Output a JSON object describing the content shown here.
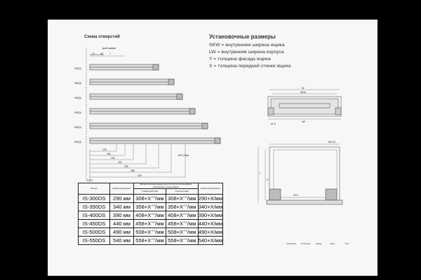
{
  "doc": {
    "drill_title": "Схема отверстий",
    "cabinet_edge": "край шкафа",
    "setup_title": "Установочные размеры",
    "legend": [
      "SKW = внутренняя ширина ящика",
      "LW = внутренняя ширина корпуса",
      "Y = толщина фасада ящика",
      "X = толщина передней стенки ящика"
    ],
    "rail_labels": [
      "300(3)",
      "350(3)",
      "400(3)",
      "450(3)",
      "500(3)",
      "550(3)"
    ],
    "bottom_dims": [
      "128",
      "160",
      "192",
      "224",
      "256",
      "288",
      "325",
      "D=37"
    ],
    "top_dims": [
      "13",
      "28",
      "7"
    ],
    "hole_note": "Ø4 5,4мм",
    "side_dims": [
      "W",
      "SKW",
      "LW",
      "a1.5"
    ],
    "side_dims2": [
      "Ø4+14",
      "34.5",
      "L",
      "H"
    ],
    "table": {
      "group_header": "Вспомогательные размеры для систем без использования оригинальных стенок ящиков",
      "subgroup_header": "Внутренняя глубина корпуса L",
      "headers": {
        "article": "артикул",
        "length": "номинальная длина L",
        "standard": "стандартный ящик",
        "custom": "открытый ящик",
        "depth": "общая длина ящика L1"
      },
      "rows": [
        {
          "article": "IS-300DS",
          "length": "290 мм",
          "a": "308+X",
          "b": "308+X",
          "c": "290+X/мм"
        },
        {
          "article": "IS-350DS",
          "length": "340 мм",
          "a": "358+X",
          "b": "358+X",
          "c": "340+X/мм"
        },
        {
          "article": "IS-400DS",
          "length": "390 мм",
          "a": "408+X",
          "b": "408+X",
          "c": "390+X/мм"
        },
        {
          "article": "IS-450DS",
          "length": "440 мм",
          "a": "458+X",
          "b": "458+X",
          "c": "440+X/мм"
        },
        {
          "article": "IS-500DS",
          "length": "490 мм",
          "a": "508+X",
          "b": "508+X",
          "c": "490+X/мм"
        },
        {
          "article": "IS-550DS",
          "length": "540 мм",
          "a": "558+X",
          "b": "558+X",
          "c": "540+X/мм"
        }
      ],
      "tol_up": "+0.5",
      "tol_dn": "-0.0",
      "unit": "/мм"
    },
    "brand_row": [
      "Компания",
      "Описание",
      "Номер",
      "Дата",
      "Лист"
    ]
  }
}
